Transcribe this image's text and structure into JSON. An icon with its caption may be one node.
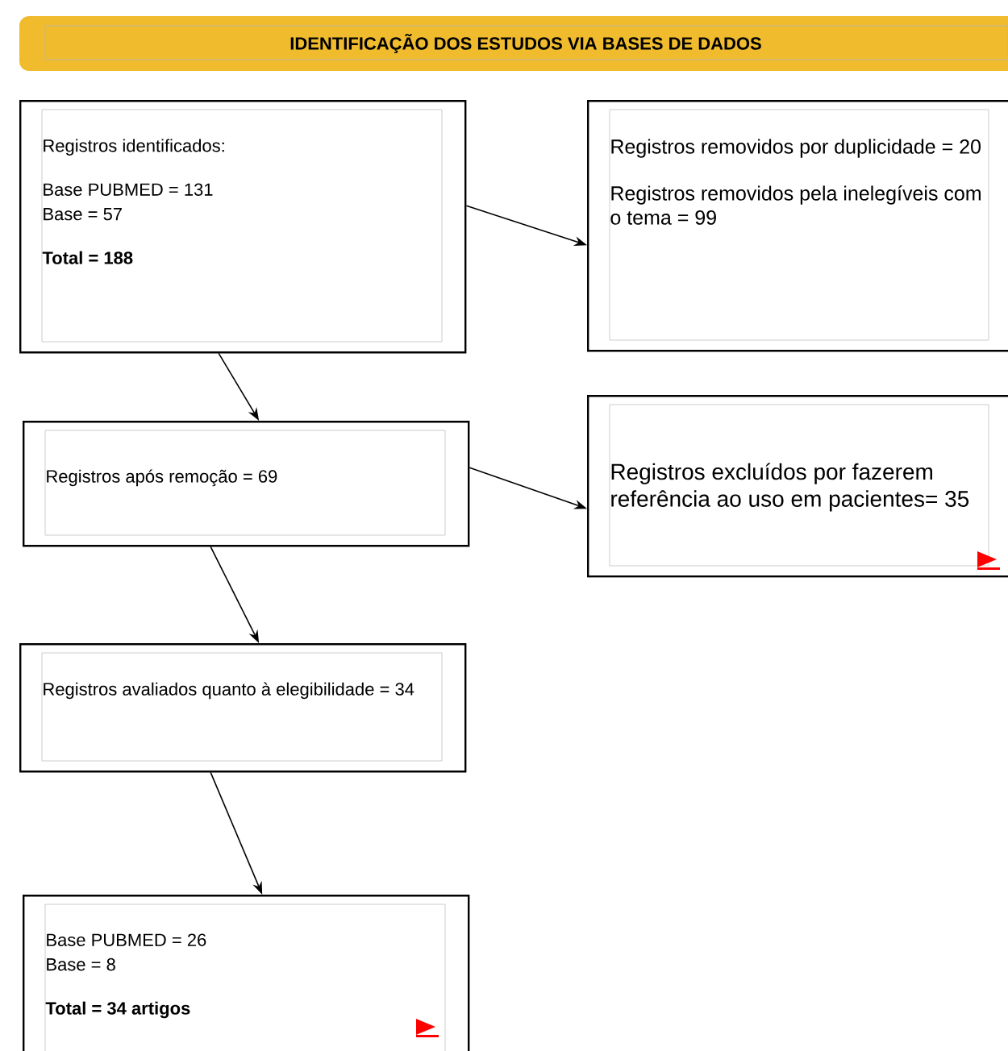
{
  "diagram": {
    "nodes": [
      {
        "text": [
          "IDENTIFICAÇÃO DOS ESTUDOS VIA BASES DE DADOS"
        ]
      },
      {
        "text": [
          "Registros identificados:",
          "Base PUBMED = 131",
          "Base = 57",
          "Total = 188"
        ]
      },
      {
        "text": [
          "Registros removidos por duplicidade = 20",
          "Registros removidos pela inelegíveis com o tema = 99"
        ]
      },
      {
        "text": [
          "Registros após remoção = 69"
        ]
      },
      {
        "text": [
          "Registros excluídos por fazerem referência ao uso em pacientes= 35"
        ]
      },
      {
        "text": [
          "Registros avaliados quanto à elegibilidade = 34"
        ]
      },
      {
        "text": [
          "Base PUBMED = 26",
          "Base = 8",
          "Total = 34 artigos"
        ]
      }
    ],
    "edges": [
      {
        "from": 1,
        "to": 2,
        "arrow": "to"
      },
      {
        "from": 1,
        "to": 3,
        "arrow": "to"
      },
      {
        "from": 3,
        "to": 4,
        "arrow": "to"
      },
      {
        "from": 3,
        "to": 5,
        "arrow": "to"
      },
      {
        "from": 5,
        "to": 6,
        "arrow": "to"
      }
    ]
  }
}
